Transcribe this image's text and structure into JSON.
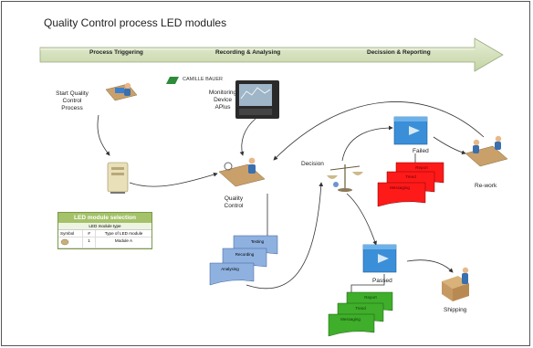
{
  "title": "Quality Control process LED modules",
  "phases": [
    "Process Triggering",
    "Recording & Analysing",
    "Decission & Reporting"
  ],
  "brand": "CAMILLE BAUER",
  "device": [
    "Monitoring",
    "Device",
    "APlus"
  ],
  "start": [
    "Start Quality",
    "Control",
    "Process"
  ],
  "qc": [
    "Quality",
    "Control"
  ],
  "decision": "Decision",
  "failed": "Failed",
  "passed": "Passed",
  "rework": "Re-work",
  "shipping": "Shipping",
  "qc_docs": [
    "Testing",
    "Recording",
    "Analysing"
  ],
  "report_docs": [
    "Report",
    "Trend",
    "Messaging"
  ],
  "table": {
    "title": "LED module selection",
    "subtitle": "LED module type",
    "headers": [
      "Symbol",
      "#",
      "Type of LED module"
    ],
    "row": [
      "",
      "1",
      "Module A"
    ]
  },
  "colors": {
    "arrow": "#d6e3be",
    "failed": "#ff1a1a",
    "passed": "#3fae2a",
    "qcdoc": "#8fb1e0"
  }
}
